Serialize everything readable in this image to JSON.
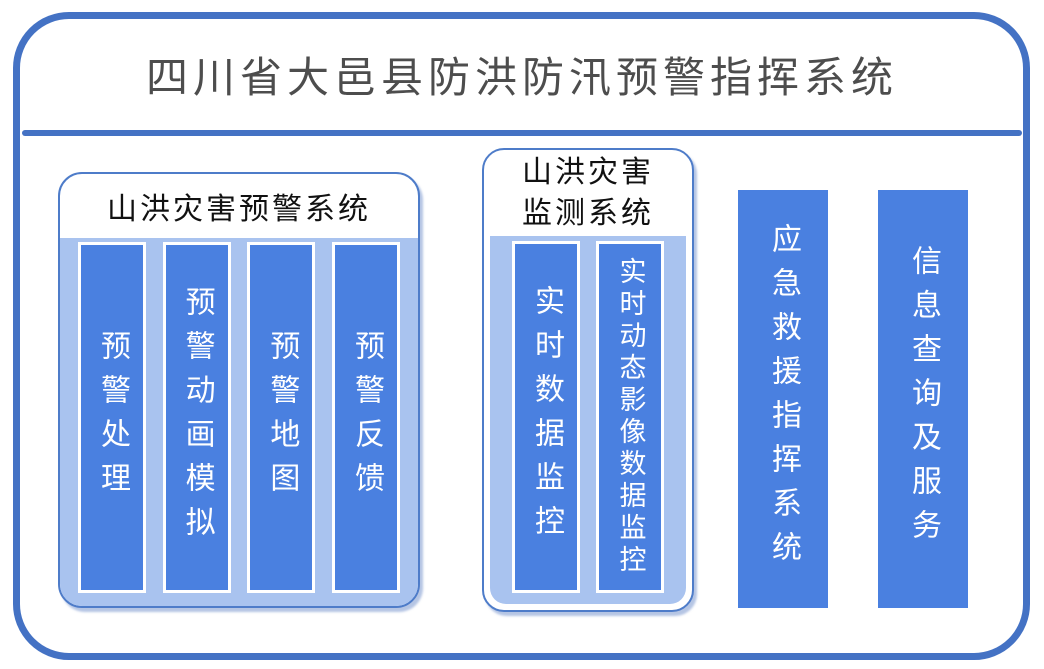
{
  "title": "四川省大邑县防洪防汛预警指挥系统",
  "panels": [
    {
      "title": "山洪灾害预警系统",
      "bars": [
        "预警处理",
        "预警动画模拟",
        "预警地图",
        "预警反馈"
      ]
    },
    {
      "title": "山洪灾害监测系统",
      "bars": [
        "实时数据监控",
        "实时动态影像数据监控"
      ]
    }
  ],
  "standalone_bars": [
    "应急救援指挥系统",
    "信息查询及服务"
  ],
  "colors": {
    "frame": "#4472C4",
    "bar": "#4A80E0",
    "panel": "#A9C3EF",
    "titleText": "#4D4D4D",
    "barText": "#FFFFFF"
  }
}
